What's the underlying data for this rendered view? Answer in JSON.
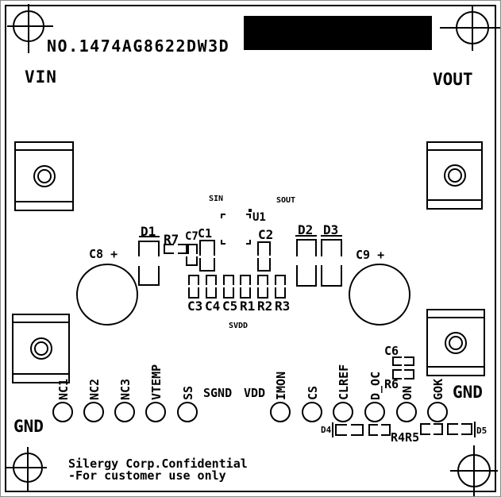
{
  "title_block": {
    "part_number": "NO.1474AG8622DW3D"
  },
  "labels": {
    "vin": "VIN",
    "vout": "VOUT",
    "gnd_left": "GND",
    "gnd_right": "GND",
    "sin": "SIN",
    "sout": "SOUT",
    "svdd": "SVDD",
    "u1": "U1"
  },
  "components": {
    "d1": "D1",
    "r7": "R7",
    "c7": "C7",
    "c1": "C1",
    "c2": "C2",
    "d2": "D2",
    "d3": "D3",
    "c8": "C8 +",
    "c9": "C9 +",
    "c3": "C3",
    "c4": "C4",
    "c5": "C5",
    "r1": "R1",
    "r2": "R2",
    "r3": "R3",
    "c6": "C6",
    "r6": "R6",
    "d4": "D4",
    "r4r5": "R4R5",
    "d5": "D5"
  },
  "pins": {
    "nc1": "NC1",
    "nc2": "NC2",
    "nc3": "NC3",
    "vtemp": "VTEMP",
    "ss": "SS",
    "sgnd": "SGND",
    "vdd": "VDD",
    "imon": "IMON",
    "cs": "CS",
    "clref": "CLREF",
    "d_oc": "D_OC",
    "on": "ON",
    "gok": "GOK"
  },
  "footer": {
    "line1": "Silergy Corp.Confidential",
    "line2": "-For customer use only"
  },
  "colors": {
    "silkscreen": "#000000",
    "background": "#ffffff"
  }
}
